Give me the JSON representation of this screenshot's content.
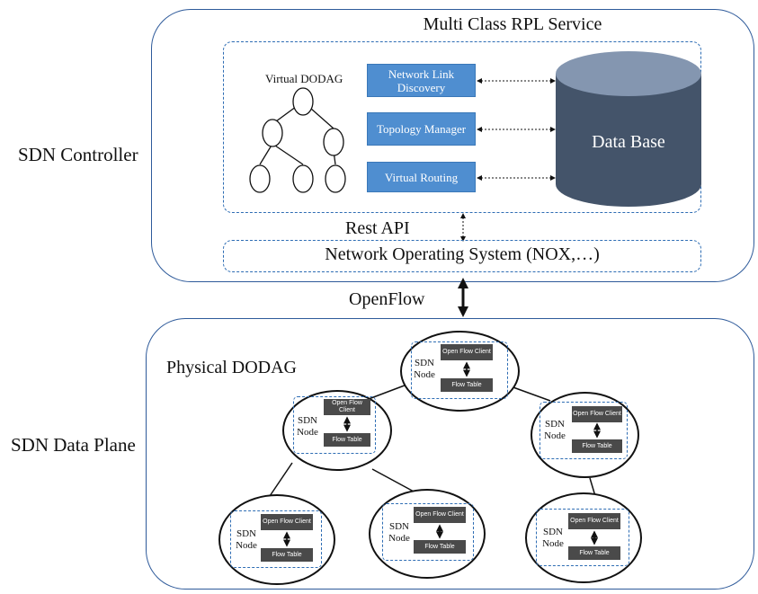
{
  "controller": {
    "side_label": "SDN Controller",
    "service_title": "Multi Class RPL Service",
    "virtual_dodag_label": "Virtual DODAG",
    "modules": [
      {
        "label": "Network Link Discovery"
      },
      {
        "label": "Topology Manager"
      },
      {
        "label": "Virtual Routing"
      }
    ],
    "database_label": "Data Base",
    "rest_api_label": "Rest API",
    "nos_label": "Network Operating System (NOX,…)"
  },
  "openflow_label": "OpenFlow",
  "data_plane": {
    "side_label": "SDN Data Plane",
    "physical_label": "Physical DODAG",
    "node_label": "SDN Node",
    "client_label": "Open Flow Client",
    "table_label": "Flow Table"
  },
  "colors": {
    "panel_border": "#2e5a9a",
    "dashed_border": "#2e6db4",
    "module_fill": "#4f8ed0",
    "database_fill": "#44546a",
    "database_top": "#8496b0",
    "mini_box_fill": "#4a4a4a"
  }
}
